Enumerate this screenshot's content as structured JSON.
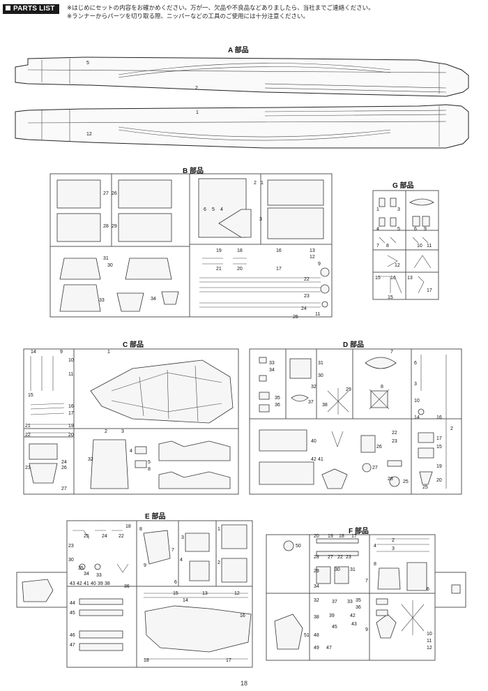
{
  "header": {
    "tag": "PARTS LIST",
    "notes": [
      "※はじめにセットの内容をお確かめください。万が一、欠品や不良品などありましたら、当社までご連絡ください。",
      "※ランナーからパーツを切り取る際、ニッパーなどの工具のご使用には十分注意ください。"
    ]
  },
  "sprues": {
    "a": {
      "title": "A 部品"
    },
    "b": {
      "title": "B 部品"
    },
    "g": {
      "title": "G 部品"
    },
    "c": {
      "title": "C 部品"
    },
    "d": {
      "title": "D 部品"
    },
    "e": {
      "title": "E 部品"
    },
    "f": {
      "title": "F 部品"
    }
  },
  "footer": {
    "page_number": "18"
  }
}
